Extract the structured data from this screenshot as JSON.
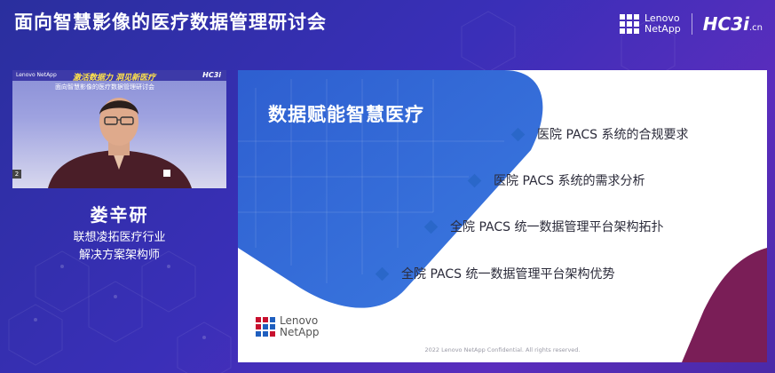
{
  "header": {
    "title": "面向智慧影像的医疗数据管理研讨会",
    "brand_line1": "Lenovo",
    "brand_line2": "NetApp",
    "partner_logo": "HC3i",
    "partner_suffix": ".cn"
  },
  "video": {
    "banner_slogan": "激活数据力 洞见新医疗",
    "banner_subtitle": "面向智慧影像的医疗数据管理研讨会",
    "mini_logo_left": "Lenovo NetApp",
    "mini_logo_right": "HC3i",
    "camera_index": "2"
  },
  "speaker": {
    "name": "娄辛研",
    "title_line1": "联想凌拓医疗行业",
    "title_line2": "解决方案架构师"
  },
  "slide": {
    "heading": "数据赋能智慧医疗",
    "items": [
      "医院 PACS 系统的合规要求",
      "医院 PACS 系统的需求分析",
      "全院 PACS 统一数据管理平台架构拓扑",
      "全院 PACS 统一数据管理平台架构优势"
    ],
    "logo_line1": "Lenovo",
    "logo_line2": "NetApp",
    "footer": "2022 Lenovo NetApp Confidential. All rights reserved."
  },
  "colors": {
    "logo_red": "#c8102e",
    "logo_blue": "#1f5fbf",
    "slide_blue": "#2a67c9",
    "slide_plum": "#7a1e57"
  }
}
